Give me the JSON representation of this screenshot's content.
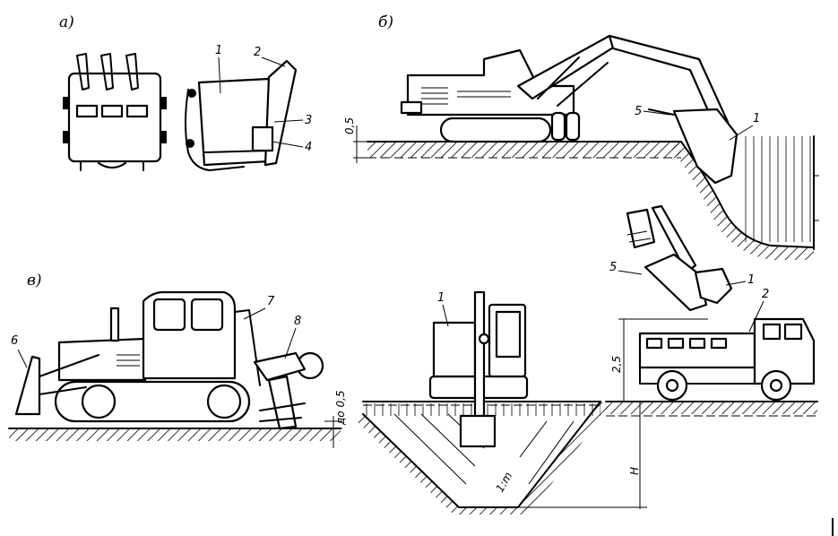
{
  "figure": {
    "panel_labels": {
      "a": "а)",
      "b": "б)",
      "v": "в)"
    },
    "callouts": {
      "a_1": "1",
      "a_2": "2",
      "a_3": "3",
      "a_4": "4",
      "b_5": "5",
      "b_1": "1",
      "v_6": "6",
      "v_7": "7",
      "v_8": "8",
      "t_1": "1",
      "t_5": "5",
      "t_1b": "1",
      "t_2": "2"
    },
    "dimensions": {
      "depth_top": "0,5",
      "loading_height": "2,5",
      "ripper_depth": "до 0,5",
      "slope": "1:m",
      "trench_depth": "H"
    }
  }
}
